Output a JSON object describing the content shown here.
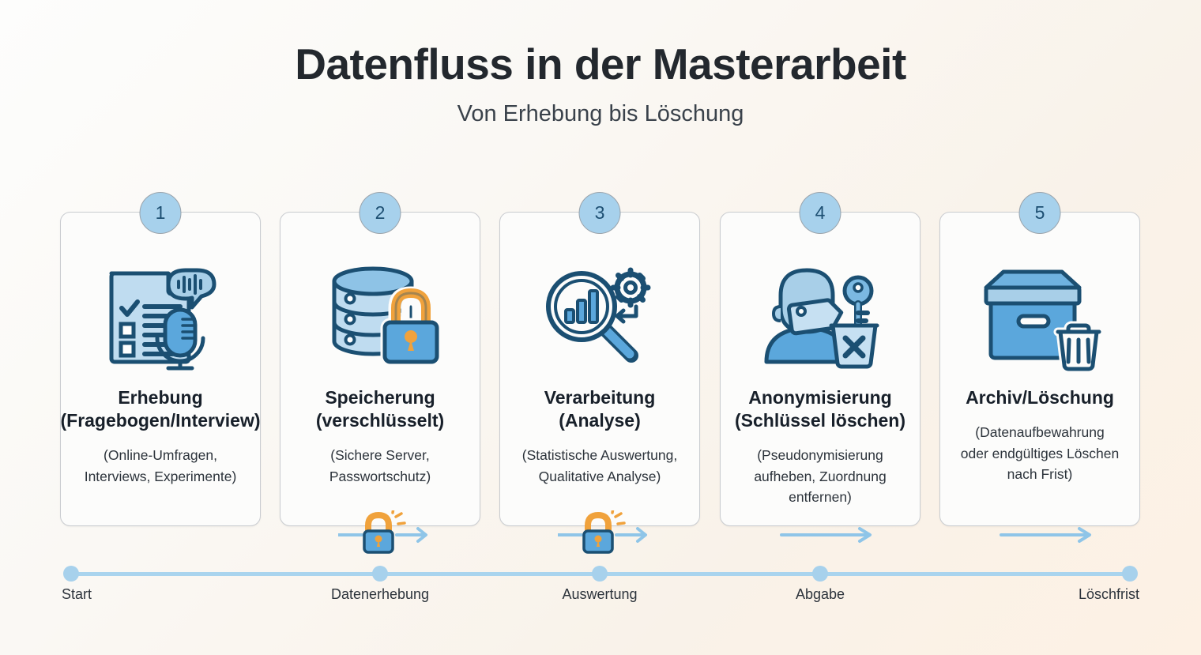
{
  "header": {
    "title": "Datenfluss in der Masterarbeit",
    "subtitle": "Von Erhebung bis Löschung"
  },
  "colors": {
    "background_start": "#fdfdfc",
    "background_end": "#fdf1e4",
    "card_bg": "#fcfcfb",
    "card_border": "#c9ccd0",
    "badge_fill": "#a7d1ec",
    "badge_text": "#1d4f72",
    "icon_blue_dark": "#1b4f72",
    "icon_blue_mid": "#5ba7dc",
    "icon_blue_light": "#a8cfe8",
    "icon_blue_pale": "#c6e0f2",
    "accent_orange": "#f0a23c",
    "arrow_blue": "#8fc5e8",
    "timeline_blue": "#a9d4ee",
    "title_text": "#23282e",
    "body_text": "#2c333b"
  },
  "steps": [
    {
      "number": "1",
      "title": "Erhebung\n(Fragebogen/Interview)",
      "desc": "(Online-Umfragen,\nInterviews, Experimente)",
      "icon": "form-microphone-speech-icon"
    },
    {
      "number": "2",
      "title": "Speicherung\n(verschlüsselt)",
      "desc": "(Sichere Server,\nPasswortschutz)",
      "icon": "database-lock-icon"
    },
    {
      "number": "3",
      "title": "Verarbeitung\n(Analyse)",
      "desc": "(Statistische Auswertung,\nQualitative Analyse)",
      "icon": "magnifier-barchart-gear-icon"
    },
    {
      "number": "4",
      "title": "Anonymisierung\n(Schlüssel löschen)",
      "desc": "(Pseudonymisierung\naufheben, Zuordnung\nentfernen)",
      "icon": "person-tag-key-trash-icon"
    },
    {
      "number": "5",
      "title": "Archiv/Löschung",
      "desc": "(Datenaufbewahrung\noder endgültiges Löschen\nnach Frist)",
      "icon": "archive-box-trash-icon"
    }
  ],
  "connectors": [
    {
      "id": "connector-1-2",
      "icon": "padlock-icon",
      "has_lock": true,
      "arrow": "arrow-right-icon"
    },
    {
      "id": "connector-2-3",
      "icon": "padlock-icon",
      "has_lock": true,
      "arrow": "arrow-right-icon"
    },
    {
      "id": "connector-3-4",
      "icon": "",
      "has_lock": false,
      "arrow": "arrow-right-icon"
    },
    {
      "id": "connector-4-5",
      "icon": "",
      "has_lock": false,
      "arrow": "arrow-right-icon"
    }
  ],
  "timeline": {
    "points": [
      {
        "label": "Start",
        "position_pct": 0
      },
      {
        "label": "Datenerhebung",
        "position_pct": 29.2
      },
      {
        "label": "Auswertung",
        "position_pct": 49.8
      },
      {
        "label": "Abgabe",
        "position_pct": 70.3
      },
      {
        "label": "Löschfrist",
        "position_pct": 100
      }
    ]
  }
}
